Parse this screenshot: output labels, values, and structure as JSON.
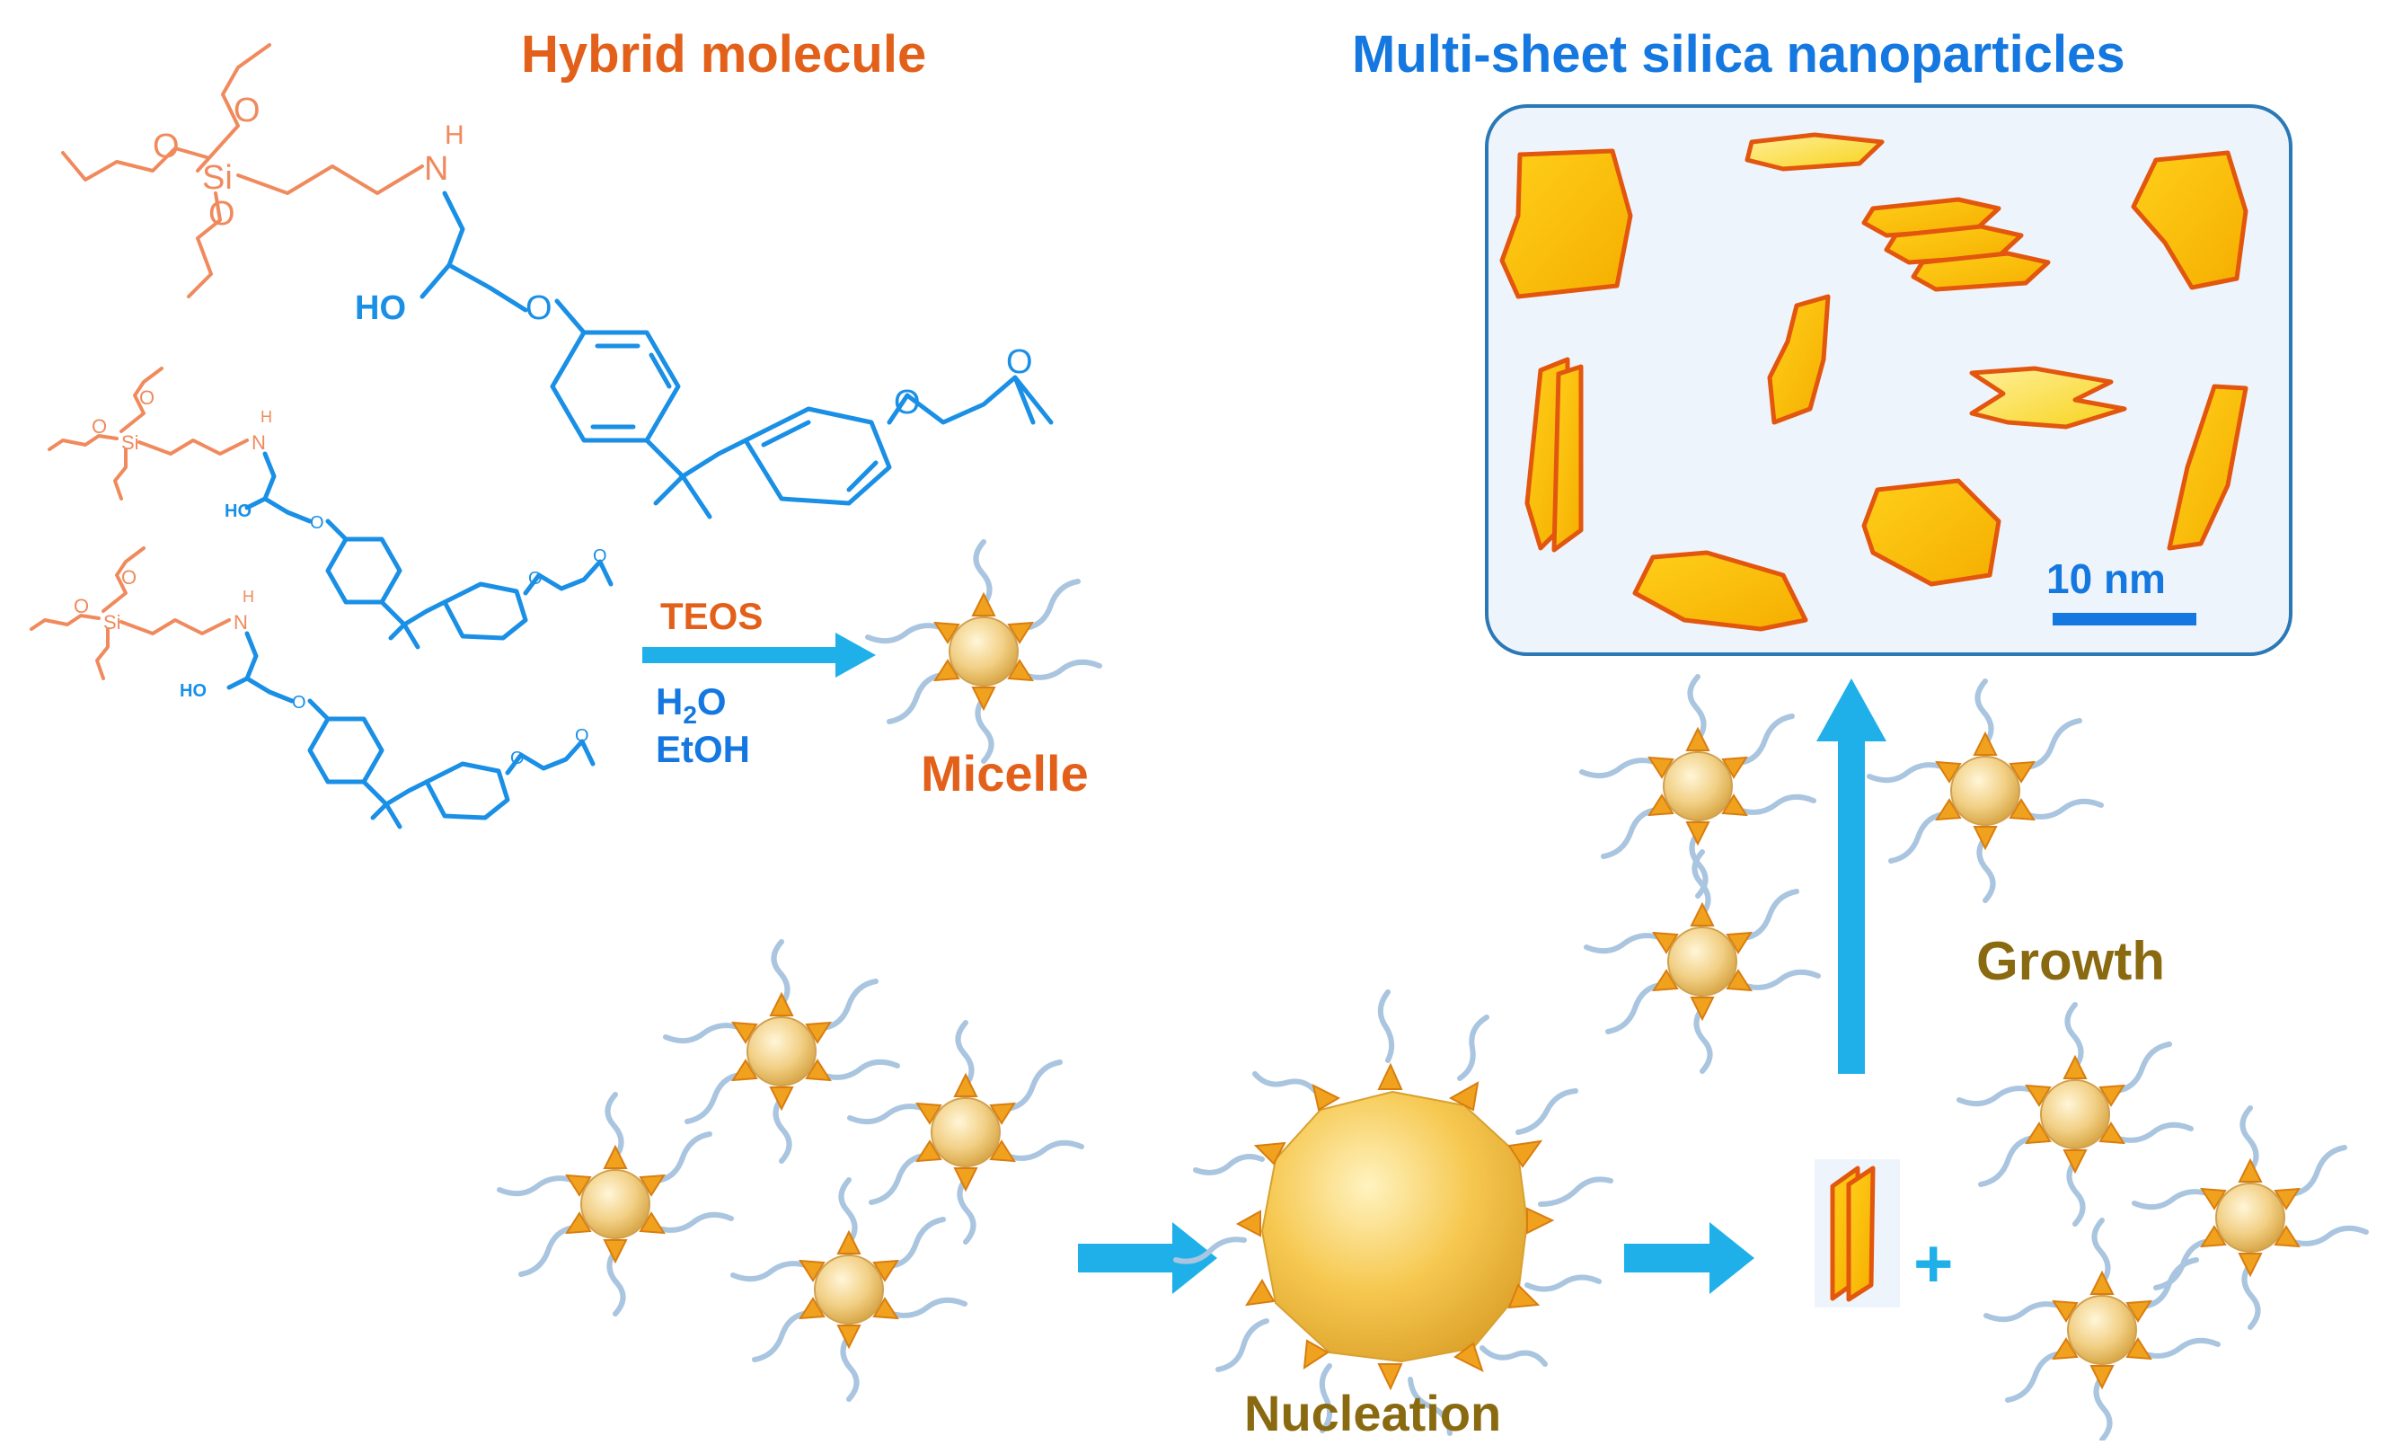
{
  "titles": {
    "hybrid": "Hybrid molecule",
    "multisheet": "Multi-sheet silica nanoparticles"
  },
  "reagents": {
    "teos": "TEOS",
    "h2o_main": "H",
    "h2o_sub": "2",
    "h2o_tail": "O",
    "etoh": "EtOH"
  },
  "labels": {
    "micelle": "Micelle",
    "nucleation": "Nucleation",
    "growth": "Growth",
    "plus": "+",
    "scale": "10 nm"
  },
  "atoms": {
    "o": "O",
    "si": "Si",
    "n": "N",
    "h": "H",
    "ho": "HO"
  },
  "colors": {
    "orange_title": "#e2601a",
    "blue_title": "#1478e0",
    "arrow_blue": "#1fb0ea",
    "growth_olive": "#8a6a10",
    "sheet_fill": "#f7b800",
    "sheet_stroke": "#e2560e",
    "panel_bg": "#eef4fb",
    "panel_border": "#2a78b5"
  }
}
